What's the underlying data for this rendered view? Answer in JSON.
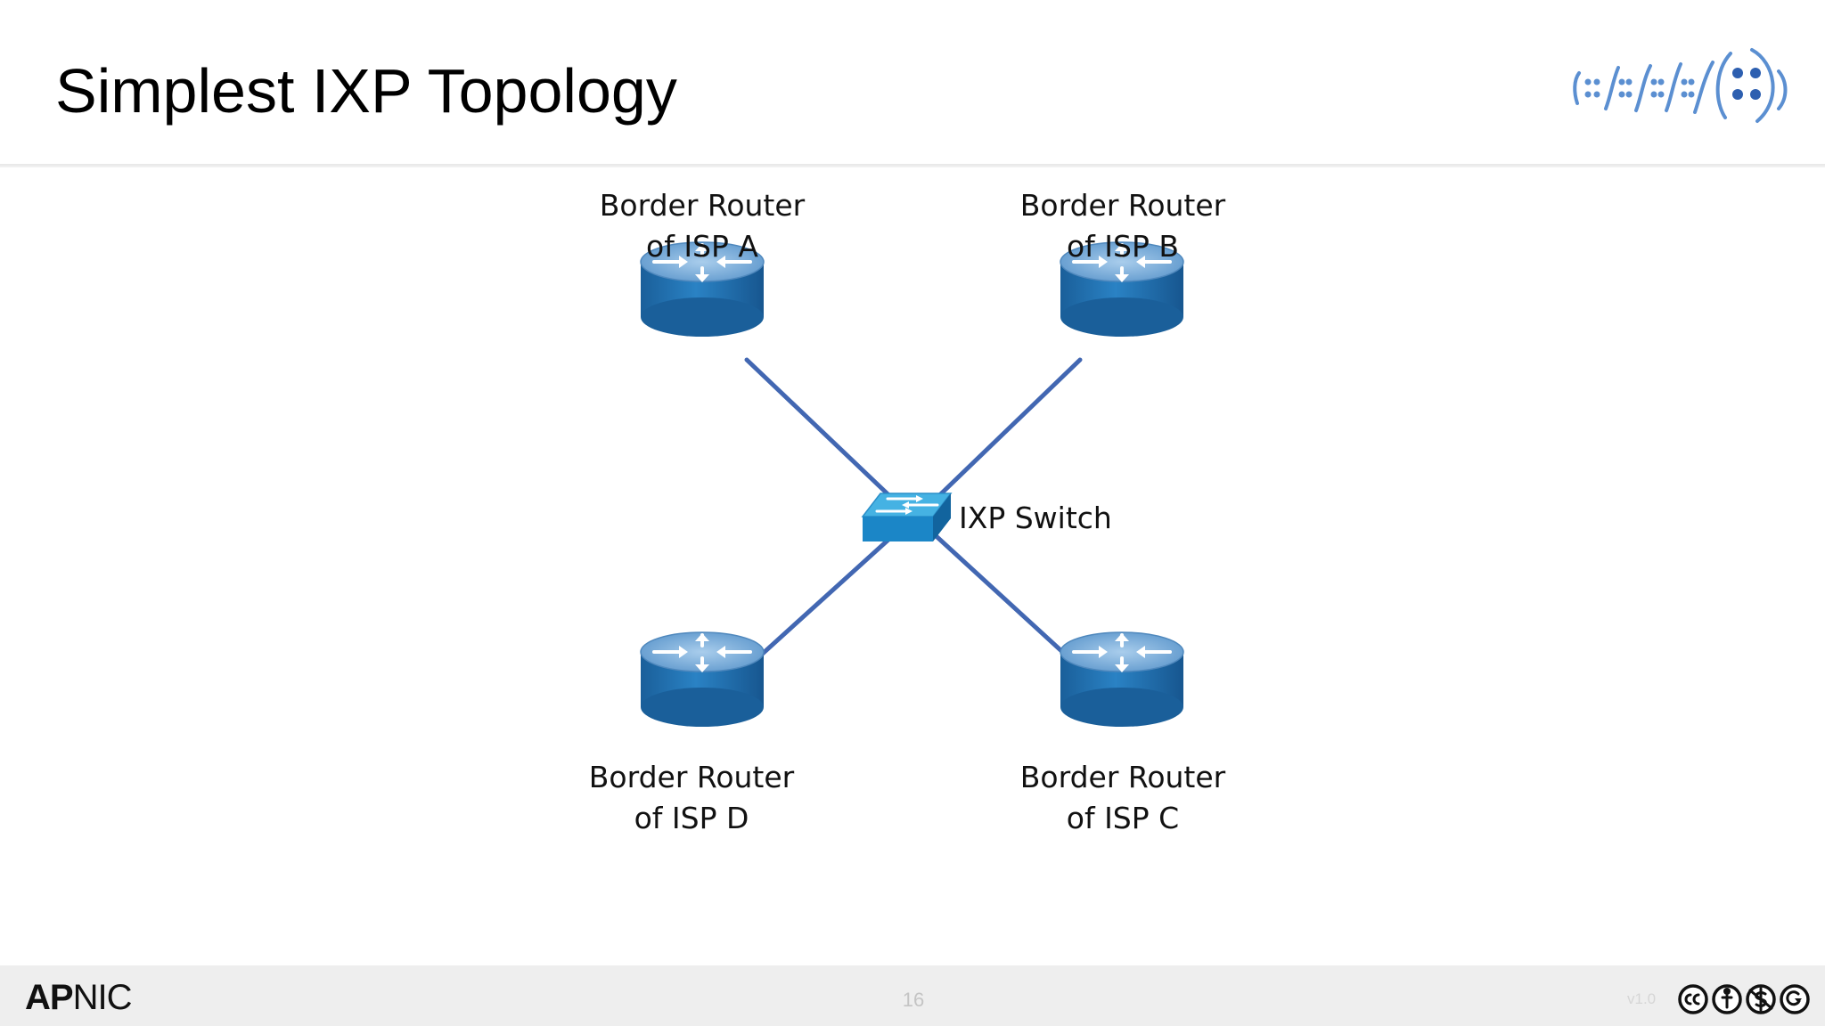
{
  "slide": {
    "title": "Simplest IXP Topology",
    "page_number": "16",
    "version": "v1.0"
  },
  "footer": {
    "brand_bold": "AP",
    "brand_regular": "NIC"
  },
  "diagram": {
    "nodes": [
      {
        "id": "router-a",
        "type": "router",
        "label_line1": "Border Router",
        "label_line2": "of ISP A"
      },
      {
        "id": "router-b",
        "type": "router",
        "label_line1": "Border Router",
        "label_line2": "of ISP B"
      },
      {
        "id": "router-c",
        "type": "router",
        "label_line1": "Border Router",
        "label_line2": "of ISP C"
      },
      {
        "id": "router-d",
        "type": "router",
        "label_line1": "Border Router",
        "label_line2": "of ISP D"
      },
      {
        "id": "ixp-switch",
        "type": "switch",
        "label": "IXP Switch"
      }
    ],
    "links": [
      {
        "from": "router-a",
        "to": "ixp-switch"
      },
      {
        "from": "router-b",
        "to": "ixp-switch"
      },
      {
        "from": "router-c",
        "to": "ixp-switch"
      },
      {
        "from": "router-d",
        "to": "ixp-switch"
      }
    ]
  },
  "colors": {
    "link": "#4267b2",
    "router_top": "#6fa7d6",
    "router_body": "#1f6fae",
    "switch_top": "#41aee0",
    "switch_side": "#1577b8"
  },
  "icons": {
    "router": "router-icon",
    "switch": "switch-icon",
    "logo": "apnic-wave-logo",
    "license": "creative-commons-license-icons"
  }
}
